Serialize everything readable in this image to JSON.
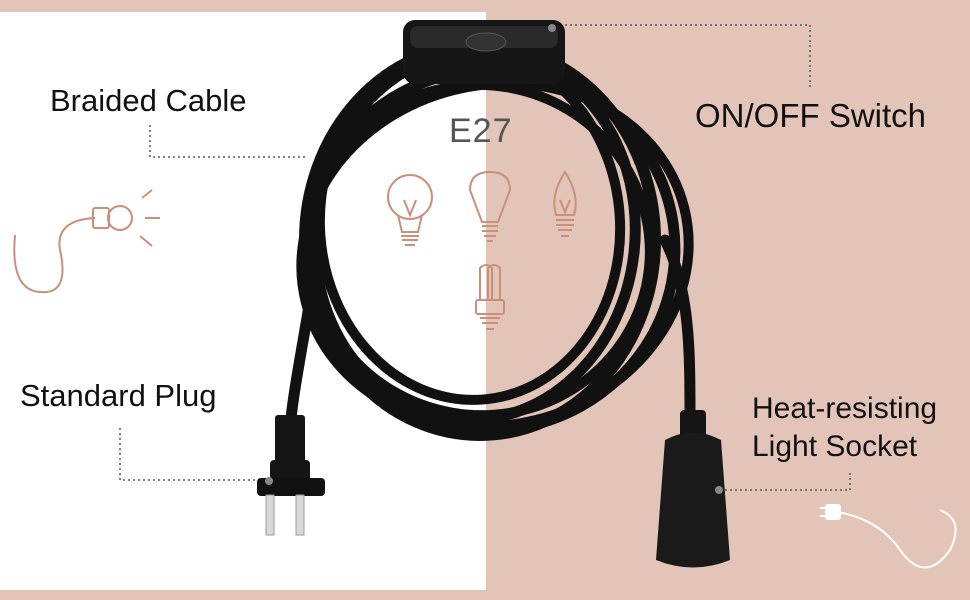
{
  "labels": {
    "braided_cable": "Braided Cable",
    "standard_plug": "Standard Plug",
    "on_off_switch": "ON/OFF Switch",
    "socket_line1": "Heat-resisting",
    "socket_line2": "Light Socket",
    "bulb_base": "E27"
  },
  "colors": {
    "background_right": "#e2c4b8",
    "background_left": "#ffffff",
    "cable": "#111111",
    "bulb_icon": "#c98f7a",
    "leader_line": "#555555"
  },
  "icons": [
    "light-bulb-icon",
    "flood-bulb-icon",
    "candle-bulb-icon",
    "cfl-bulb-icon",
    "plug-doodle-icon",
    "bulb-doodle-icon"
  ]
}
